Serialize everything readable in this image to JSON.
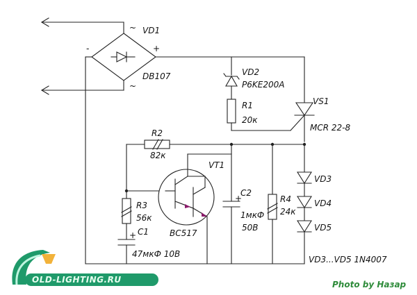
{
  "components": {
    "vd1": {
      "ref": "VD1",
      "value": "DB107",
      "tilde": "~",
      "plus": "+",
      "minus": "-"
    },
    "vd2": {
      "ref": "VD2",
      "value": "P6KE200A"
    },
    "r1": {
      "ref": "R1",
      "value": "20к"
    },
    "vs1": {
      "ref": "VS1",
      "value": "MCR 22-8"
    },
    "r2": {
      "ref": "R2",
      "value": "82к"
    },
    "vt1": {
      "ref": "VT1",
      "value": "BC517"
    },
    "c2": {
      "ref": "C2",
      "value": "1мкФ",
      "voltage": "50В",
      "plus": "+"
    },
    "r4": {
      "ref": "R4",
      "value": "24к"
    },
    "vd3": {
      "ref": "VD3"
    },
    "vd4": {
      "ref": "VD4"
    },
    "vd5": {
      "ref": "VD5"
    },
    "r3": {
      "ref": "R3",
      "value": "56к"
    },
    "c1": {
      "ref": "C1",
      "value": "47мкФ 10В",
      "plus": "+"
    }
  },
  "note": "VD3...VD5 1N4007",
  "watermark": {
    "logo_text": "OLD-LIGHTING.RU",
    "credit": "Photo by Назар"
  },
  "colors": {
    "wire": "#222222",
    "logo_bg": "#1f9a6a",
    "logo_accent": "#f2b23a",
    "credit": "#2e8b3a"
  }
}
